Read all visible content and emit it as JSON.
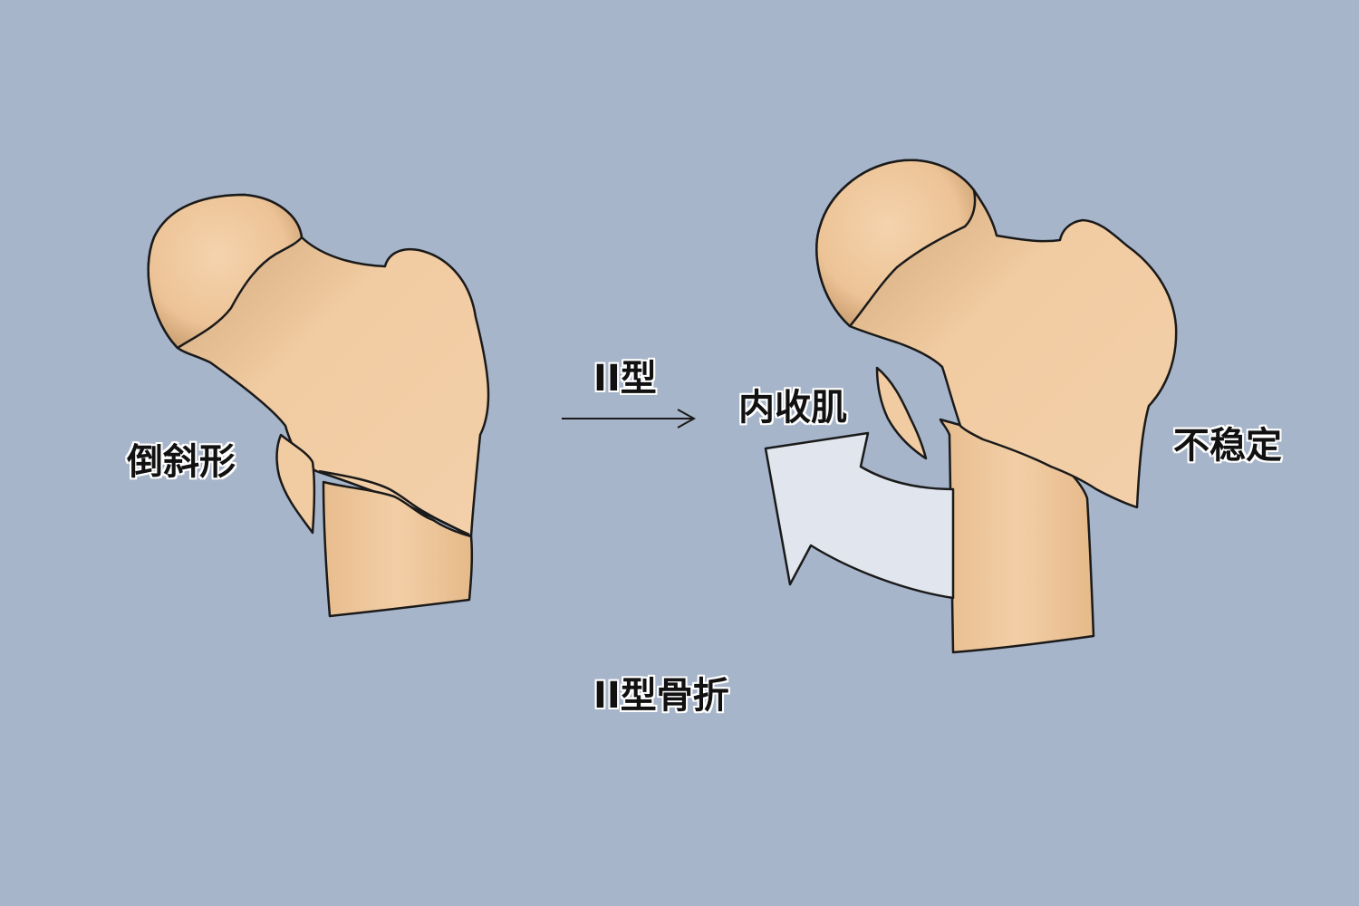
{
  "labels": {
    "left_fracture": "倒斜形",
    "arrow_type": "II型",
    "muscle": "内收肌",
    "stability": "不稳定",
    "caption": "II型骨折"
  },
  "colors": {
    "background": "#a7b5ca",
    "bone_fill": "#f1cba1",
    "bone_shadow": "#c99e71",
    "outline": "#1a1a1a",
    "muscle_arrow": "#e1e6ee"
  }
}
